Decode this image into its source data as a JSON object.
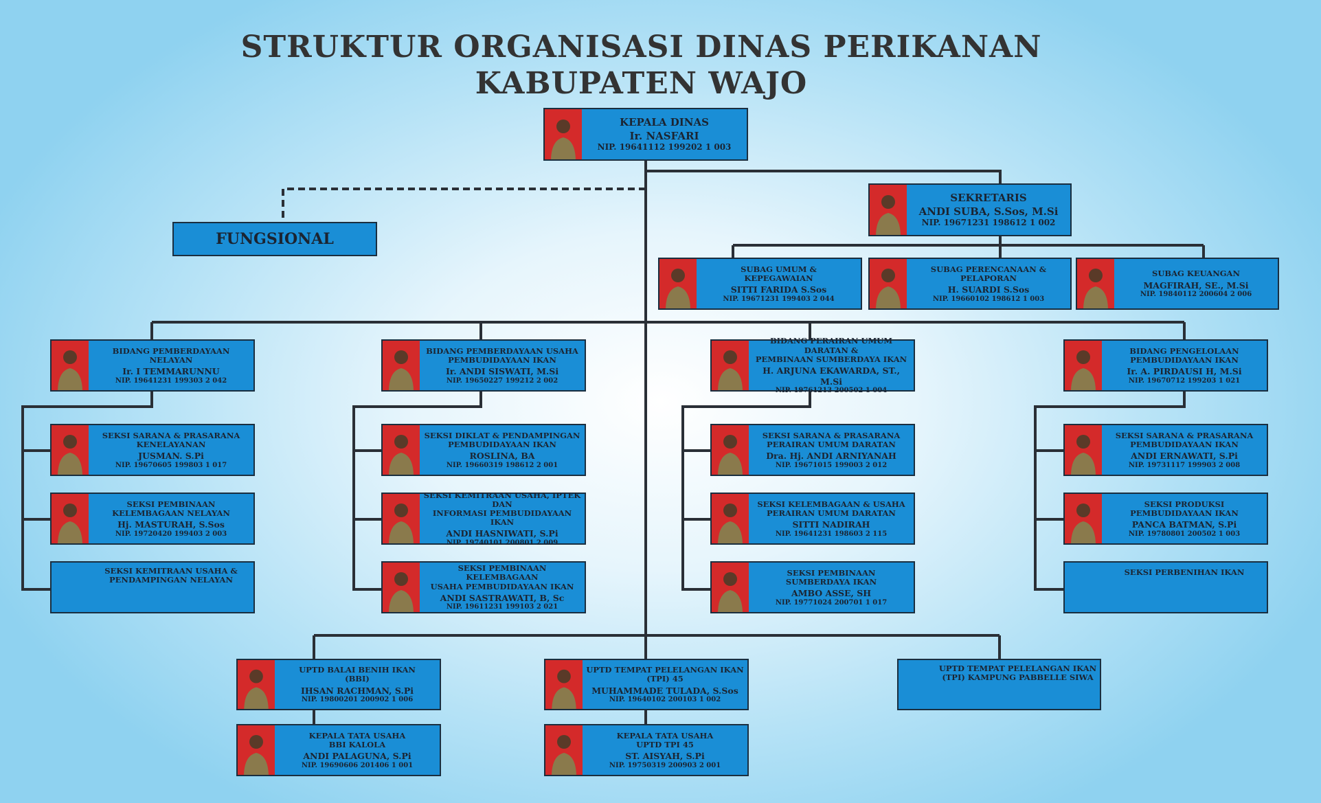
{
  "title": {
    "line1": "STRUKTUR ORGANISASI DINAS PERIKANAN",
    "line2": "KABUPATEN WAJO"
  },
  "kepala": {
    "role": "KEPALA DINAS",
    "name": "Ir. NASFARI",
    "nip": "NIP. 19641112 199202 1 003"
  },
  "fungsional": {
    "label": "FUNGSIONAL"
  },
  "sekretaris": {
    "role": "SEKRETARIS",
    "name": "ANDI SUBA, S.Sos, M.Si",
    "nip": "NIP. 19671231 198612 1 002"
  },
  "subag": [
    {
      "role": "SUBAG UMUM &\nKEPEGAWAIAN",
      "name": "SITTI FARIDA S.Sos",
      "nip": "NIP. 19671231 199403 2 044"
    },
    {
      "role": "SUBAG PERENCANAAN &\nPELAPORAN",
      "name": "H. SUARDI S.Sos",
      "nip": "NIP. 19660102 198612 1 003"
    },
    {
      "role": "SUBAG KEUANGAN",
      "name": "MAGFIRAH, SE., M.Si",
      "nip": "NIP. 19840112 200604 2 006"
    }
  ],
  "bidang": [
    {
      "head": {
        "role": "BIDANG PEMBERDAYAAN\nNELAYAN",
        "name": "Ir. I TEMMARUNNU",
        "nip": "NIP. 19641231 199303 2 042"
      },
      "seksi": [
        {
          "role": "SEKSI SARANA & PRASARANA\nKENELAYANAN",
          "name": "JUSMAN. S.Pi",
          "nip": "NIP. 19670605 199803 1 017"
        },
        {
          "role": "SEKSI PEMBINAAN\nKELEMBAGAAN NELAYAN",
          "name": "Hj. MASTURAH, S.Sos",
          "nip": "NIP. 19720420 199403 2 003"
        },
        {
          "role": "SEKSI KEMITRAAN USAHA &\nPENDAMPINGAN NELAYAN",
          "name": "",
          "nip": ""
        }
      ]
    },
    {
      "head": {
        "role": "BIDANG PEMBERDAYAAN USAHA\nPEMBUDIDAYAAN IKAN",
        "name": "Ir. ANDI SISWATI, M.Si",
        "nip": "NIP. 19650227 199212 2 002"
      },
      "seksi": [
        {
          "role": "SEKSI DIKLAT & PENDAMPINGAN\nPEMBUDIDAYAAN IKAN",
          "name": "ROSLINA, BA",
          "nip": "NIP. 19660319 198612 2 001"
        },
        {
          "role": "SEKSI KEMITRAAN USAHA, IPTEK DAN\nINFORMASI PEMBUDIDAYAAN IKAN",
          "name": "ANDI HASNIWATI, S.Pi",
          "nip": "NIP. 19740101 200801 2 009"
        },
        {
          "role": "SEKSI PEMBINAAN KELEMBAGAAN\nUSAHA PEMBUDIDAYAAN IKAN",
          "name": "ANDI SASTRAWATI, B, Sc",
          "nip": "NIP. 19611231 199103 2 021"
        }
      ]
    },
    {
      "head": {
        "role": "BIDANG PERAIRAN UMUM DARATAN &\nPEMBINAAN SUMBERDAYA IKAN",
        "name": "H. ARJUNA EKAWARDA, ST., M.Si",
        "nip": "NIP. 19761213 200502 1 004"
      },
      "seksi": [
        {
          "role": "SEKSI SARANA & PRASARANA\nPERAIRAN UMUM DARATAN",
          "name": "Dra. Hj. ANDI ARNIYANAH",
          "nip": "NIP. 19671015 199003 2 012"
        },
        {
          "role": "SEKSI KELEMBAGAAN & USAHA\nPERAIRAN UMUM DARATAN",
          "name": "SITTI NADIRAH",
          "nip": "NIP. 19641231 198603 2 115"
        },
        {
          "role": "SEKSI PEMBINAAN\nSUMBERDAYA IKAN",
          "name": "AMBO ASSE, SH",
          "nip": "NIP. 19771024 200701 1 017"
        }
      ]
    },
    {
      "head": {
        "role": "BIDANG PENGELOLAAN\nPEMBUDIDAYAAN IKAN",
        "name": "Ir. A. PIRDAUSI H, M.Si",
        "nip": "NIP. 19670712 199203 1 021"
      },
      "seksi": [
        {
          "role": "SEKSI SARANA & PRASARANA\nPEMBUDIDAYAAN IKAN",
          "name": "ANDI ERNAWATI, S.Pi",
          "nip": "NIP. 19731117 199903 2 008"
        },
        {
          "role": "SEKSI PRODUKSI\nPEMBUDIDAYAAN IKAN",
          "name": "PANCA BATMAN, S.Pi",
          "nip": "NIP. 19780801 200502 1 003"
        },
        {
          "role": "SEKSI PERBENIHAN IKAN",
          "name": "",
          "nip": ""
        }
      ]
    }
  ],
  "uptd": [
    {
      "role": "UPTD BALAI BENIH IKAN\n(BBI)",
      "name": "IHSAN RACHMAN, S.Pi",
      "nip": "NIP. 19800201 200902 1 006"
    },
    {
      "role": "UPTD TEMPAT PELELANGAN IKAN\n(TPI) 45",
      "name": "MUHAMMADE TULADA, S.Sos",
      "nip": "NIP. 19640102 200103 1 002"
    },
    {
      "role": "UPTD TEMPAT PELELANGAN IKAN\n(TPI) KAMPUNG PABBELLE SIWA",
      "name": "",
      "nip": ""
    }
  ],
  "tata_usaha": [
    {
      "role": "KEPALA TATA USAHA\nBBI KALOLA",
      "name": "ANDI PALAGUNA, S.Pi",
      "nip": "NIP. 19690606 201406 1 001"
    },
    {
      "role": "KEPALA TATA USAHA\nUPTD TPI 45",
      "name": "ST. AISYAH, S.Pi",
      "nip": "NIP. 19750319 200903 2 001"
    }
  ]
}
